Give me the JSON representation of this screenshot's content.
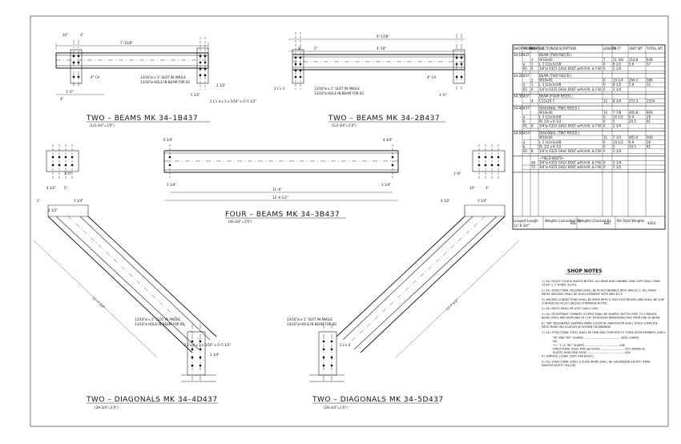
{
  "drawing": {
    "views": [
      {
        "title": "TWO – BEAMS MK 34–1B437",
        "sub": "(1/2-3/4\"=1'0\")",
        "dims": {
          "overall": "7'-11/8\"",
          "left": "10\"",
          "right": "3\"",
          "a": "1'-0\"",
          "b": "4\"",
          "c": "5 1/2\"",
          "d": "2 1/2\"",
          "angle": "4\" CA"
        },
        "notes": [
          "13/16\"ø x 1\" SLOT IN ANGLE",
          "13/16\"ø HOLE IN BEAM FOR B1"
        ],
        "callout": "2 L's 4 x 3 x 5/16\" x 0'-5 1/2\""
      },
      {
        "title": "TWO – BEAMS MK 34–2B437",
        "sub": "(1/2-3/4\"=1'0\")",
        "dims": {
          "overall": "6'-17/8\"",
          "a": "4\"",
          "b": "5\"",
          "c": "4'-10\"",
          "d": "1'-0\"",
          "angle": "4\" CA"
        },
        "notes": [
          "13/16\"ø x 1\" SLOT IN ANGLE",
          "13/16\"ø HOLE IN BEAM FOR B1"
        ],
        "callout": "2 L's 4"
      },
      {
        "title": "FOUR – BEAMS MK 34–3B437",
        "sub": "(4S-3/4\"=1'0\")",
        "dims": {
          "overall": "12'-0 1/2\"",
          "inner": "11'-6\"",
          "left": "6 3/4\"",
          "right": "4 3/4\"",
          "a": "3 1/4\"",
          "b": "3 1/4\""
        }
      },
      {
        "title": "TWO – DIAGONALS MK 34–4D437",
        "sub": "(2H-3/4\"=1'0\")",
        "dims": {
          "a": "1'-0\"",
          "b": "4 1/2\"",
          "c": "5\"",
          "d": "2\"",
          "e": "3 1/4\"",
          "f": "4 1/2\"",
          "length": "11'-7 1/2\"",
          "g": "1 1/4\""
        },
        "notes": [
          "13/16\"ø x 1\" SLOT IN ANGLE",
          "13/16\"ø HOLE IN BEAM FOR B1"
        ],
        "callout": "2 L's 4 x 3 x 5/16\" x 0'-5 1/2\""
      },
      {
        "title": "TWO – DIAGONALS MK 34–5D437",
        "sub": "(2H-3/4\"=1'0\")",
        "dims": {
          "a": "1'-8\"",
          "b": "10\"",
          "c": "3\"",
          "d": "4 1/2\"",
          "e": "3 1/4\"",
          "length": "11'-7 1/2\""
        },
        "notes": [
          "13/16\"ø x 1\" SLOT IN ANGLE",
          "13/16\"ø HOLE IN BEAM FOR B1"
        ],
        "callout": "2 L's 4"
      }
    ]
  },
  "bill": {
    "headers": [
      "SHOP MARK",
      "PC MARK",
      "NO PC'S",
      "SECTION/DESCRIPTION",
      "LENGTH FT",
      "IN",
      "UNIT WT",
      "TOTAL WT"
    ],
    "groups": [
      {
        "mark": "34-1B437",
        "title": "BEAM (TWO REQ'D.)",
        "rows": [
          [
            "",
            "",
            "1",
            "W10x40",
            "7",
            "11 5/8",
            "318.8",
            "638"
          ],
          [
            "",
            "a",
            "1",
            "L 3 1/2x3x3/8",
            "0",
            "8 1/2",
            "5.6",
            "37"
          ],
          [
            "",
            "B1",
            "6",
            "3/4\"ø A325 GALV. BOLT w/H.H.N. & F.W.",
            "0",
            "2 1/4",
            "",
            ""
          ]
        ]
      },
      {
        "mark": "34-2B437",
        "title": "BEAM (TWO REQ'D.)",
        "rows": [
          [
            "",
            "",
            "2",
            "W10x40",
            "6",
            "10 1/4",
            "294.2",
            "588"
          ],
          [
            "",
            "a",
            "1",
            "L 3 1/2x3x3/8",
            "0",
            "8 1/2",
            "5.6",
            "32"
          ],
          [
            "",
            "B1",
            "6",
            "3/4\"ø A325 GALV. BOLT w/H.H.N. & F.W.",
            "0",
            "2 1/4",
            "",
            ""
          ]
        ]
      },
      {
        "mark": "34-3B437",
        "title": "BEAM (FOUR REQ'D.)",
        "rows": [
          [
            "",
            "",
            "4",
            "C12x20.7",
            "12",
            "8 3/4",
            "253.3",
            "1554"
          ]
        ]
      },
      {
        "mark": "34-4D437",
        "title": "DIAGONAL (TWO REQ'D.)",
        "rows": [
          [
            "",
            "",
            "",
            "W10x40",
            "10",
            "7 7/8",
            "405.8",
            "809"
          ],
          [
            "",
            "a",
            "",
            "L 3 1/2x3x3/8",
            "0",
            "10 1/2",
            "6.9",
            "28"
          ],
          [
            "",
            "b",
            "",
            "PL 1/2 x 6 1/2",
            "0",
            "5",
            "20.5",
            "41"
          ],
          [
            "",
            "B1",
            "8",
            "3/4\"ø A325 GALV. BOLT w/H.H.N. & F.W.",
            "0",
            "2 1/4",
            "",
            ""
          ]
        ]
      },
      {
        "mark": "34-5D437",
        "title": "DIAGONAL (TWO REQ'D.)",
        "rows": [
          [
            "",
            "",
            "",
            "W10x40",
            "11",
            "7 1/2",
            "465.0",
            "930"
          ],
          [
            "",
            "a",
            "",
            "L 3 1/2x3x3/8",
            "0",
            "10 1/2",
            "6.9",
            "28"
          ],
          [
            "",
            "b",
            "",
            "PL 1/2 x 6 1/2",
            "0",
            "5",
            "20.5",
            "41"
          ],
          [
            "",
            "B1",
            "8",
            "3/4\"ø A325 GALV. BOLT w/H.H.N. & F.W.",
            "0",
            "2 1/4",
            "",
            ""
          ]
        ]
      },
      {
        "mark": "",
        "title": "~FIELD BOLTS~",
        "rows": [
          [
            "",
            "",
            "48",
            "3/4\"ø A325 GALV. BOLT w/H.H.N. & F.W.",
            "0",
            "2 1/4",
            "",
            ""
          ],
          [
            "",
            "",
            "72",
            "3/4\"ø A325 GALV. BOLT w/H.H.N. & F.W.",
            "0",
            "2 1/2",
            "",
            ""
          ]
        ]
      }
    ],
    "footer": {
      "longest_label": "Longest Length",
      "longest_value": "12'-8 3/4\"",
      "wc_label": "Weights Calculated By",
      "wc_value": "BSL",
      "wch_label": "Weights Checked By",
      "wch_value": "BSL",
      "total_label": "Bin Total Weights",
      "total_value": "4403"
    }
  },
  "notes": {
    "heading": "SHOP NOTES",
    "items": [
      "1.) ALL HOLES 13/16\"ø UNLESS NOTED. ALL BEAM AND CHANNEL END CLIPS SHALL HAVE 13/16\" x 1\" HORIZ. SLOTS.",
      "2.) ALL STRUCTURAL WELDING SHALL BE IN ACCORDANCE WITH AWS D1.1. ALL SHEET METAL WELDING SHALL BE IN ACCORDANCE WITH AWS D1.3.",
      "3.) WELDED CONNECTIONS SHALL BE MADE WITH E-70XX ELECTRODES AND SHALL BE 3/16\" CONTINUOUS FILLET UNLESS OTHERWISE NOTED.",
      "4.) ALL BOLTS SHALL BE A325 (GALV.) UNO.",
      "5.) ALL RE-ENTRANT CORNERS (COPES) SHALL BE SHAPED, NOTCH FREE, TO A RADIUS. BEAM COPES ARE FROM END OF CLIP, EXTENSION DIMENSIONS ARE FROM END OF BEAM.",
      "6.) \"MK\" DESIGNATES SHIPPING MARK LOCATION. FABRICATOR SHALL PLACE COMPLETE PIECE MARK ON LOCATION AS SHOWN ON DRAWING.",
      "7.) ALL STRUCTURAL STEEL SHALL BE NEW AND CONFORM TO THESE ASTM NUMBERS (UNO):",
      "\"W\" AND \"WT\" SHAPES ........................................... A992 (GRADE 50)",
      "\"C\", \"L\" & \"MC\" SHAPES ........................................ A36",
      "STRUCTURAL STEEL PIPE SECTIONS ............................ A53 (GRADE B)",
      "PLATES, BARS AND RODS ............................................ A36",
      "8.) SURFACE CLEAN: (SSPC-SP6 BLAST).",
      "9.) ALL STRUCTURAL STEEL & PLATE WORK SHALL BE GALVANIZED EXCEPT: ITEMS PAINTED SAFETY YELLOW"
    ]
  }
}
